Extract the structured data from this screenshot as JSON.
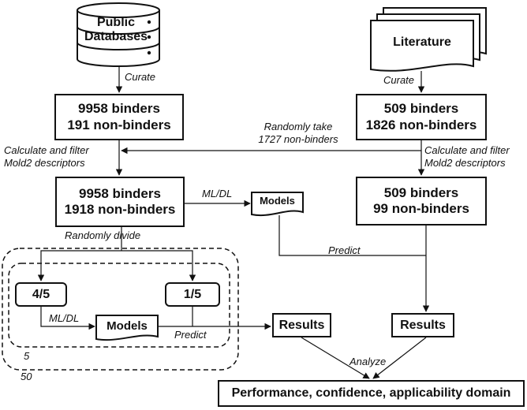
{
  "nodes": {
    "public_db_line1": "Public",
    "public_db_line2": "Databases",
    "literature": "Literature",
    "left_curated_line1": "9958 binders",
    "left_curated_line2": "191 non-binders",
    "right_curated_line1": "509 binders",
    "right_curated_line2": "1826 non-binders",
    "training_line1": "9958 binders",
    "training_line2": "1918 non-binders",
    "external_line1": "509 binders",
    "external_line2": "99 non-binders",
    "models_top": "Models",
    "fold_train": "4/5",
    "fold_test": "1/5",
    "models_cv": "Models",
    "results_cv": "Results",
    "results_ext": "Results",
    "final": "Performance, confidence, applicability domain"
  },
  "edge_labels": {
    "curate_left": "Curate",
    "curate_right": "Curate",
    "random_take_line1": "Randomly  take",
    "random_take_line2": "1727 non-binders",
    "calc_left_line1": "Calculate and filter",
    "calc_left_line2": "Mold2 descriptors",
    "calc_right_line1": "Calculate and filter",
    "calc_right_line2": "Mold2 descriptors",
    "mldl_top": "ML/DL",
    "randomly_divide": "Randomly  divide",
    "predict_top": "Predict",
    "mldl_cv": "ML/DL",
    "predict_cv": "Predict",
    "analyze": "Analyze",
    "loop_inner": "5",
    "loop_outer": "50"
  }
}
